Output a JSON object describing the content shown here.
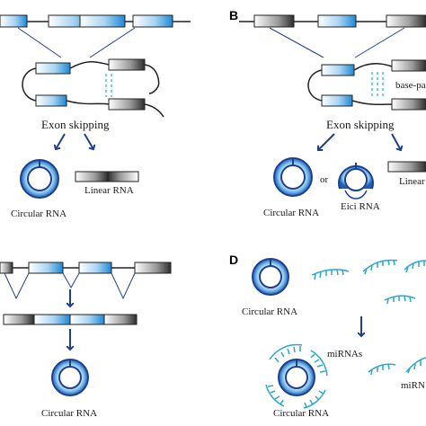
{
  "panels": {
    "b": {
      "letter": "B"
    },
    "d": {
      "letter": "D"
    }
  },
  "labels": {
    "exon_skipping_a": "Exon skipping",
    "exon_skipping_b": "Exon skipping",
    "circular_rna_a": "Circular RNA",
    "linear_rna_a": "Linear RNA",
    "circular_rna_b": "Circular RNA",
    "or_text": "or",
    "eici_rna": "Eici RNA",
    "linear_rna_b": "Linear",
    "base_pairing": "base-pa",
    "circular_rna_c": "Circular RNA",
    "circular_rna_d1": "Circular RNA",
    "mirnas": "miRNAs",
    "circular_rna_d2": "Circular RNA",
    "mirn_cut": "miRN"
  },
  "colors": {
    "arrow": "#1f3f8f",
    "exon_light": "#b9dcf3",
    "exon_dark": "#2a8fd8",
    "gray_dark": "#444444",
    "mirna": "#2aa6d6"
  }
}
